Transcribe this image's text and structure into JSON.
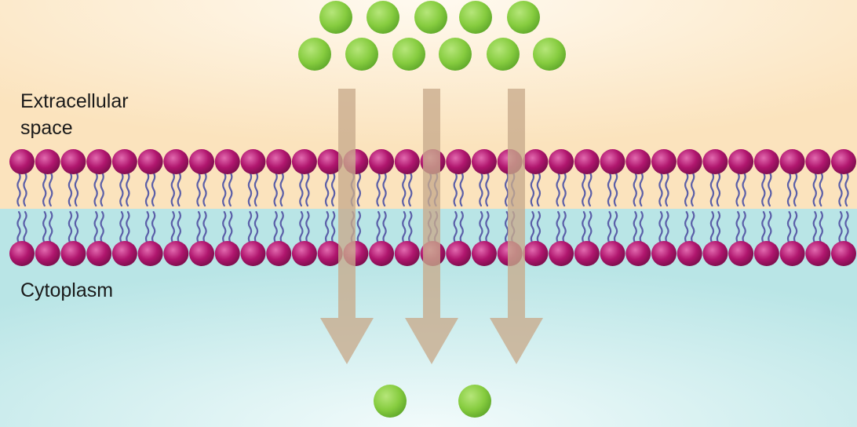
{
  "labels": {
    "extracellular": "Extracellular\nspace",
    "cytoplasm": "Cytoplasm"
  },
  "colors": {
    "extracellular_bg": "#fbe7c6",
    "cytoplasm_bg": "#c9eaea",
    "phospholipid_head": "#b0166e",
    "lipid_tail": "#5b5fa8",
    "molecule": "#86cc3f",
    "arrow": "#c8ab8c"
  },
  "icons": {
    "molecule": "green-sphere-icon",
    "phospholipid": "phospholipid-icon",
    "flow_arrow": "down-arrow-icon"
  },
  "diagram": {
    "molecules_outside": 11,
    "molecules_inside": 2,
    "flow_arrows": 3,
    "phospholipids_per_layer": 33
  }
}
